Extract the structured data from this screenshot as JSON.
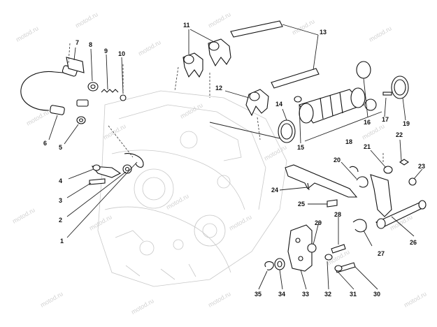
{
  "labels": {
    "l1": "1",
    "l2": "2",
    "l3": "3",
    "l4": "4",
    "l5": "5",
    "l6": "6",
    "l7": "7",
    "l8": "8",
    "l9": "9",
    "l10": "10",
    "l11": "11",
    "l12": "12",
    "l13": "13",
    "l14": "14",
    "l15": "15",
    "l16": "16",
    "l17": "17",
    "l18": "18",
    "l19": "19",
    "l20": "20",
    "l21": "21",
    "l22": "22",
    "l23": "23",
    "l24": "24",
    "l25": "25",
    "l26": "26",
    "l27": "27",
    "l28": "28",
    "l29": "29",
    "l30": "30",
    "l31": "31",
    "l32": "32",
    "l33": "33",
    "l34": "34",
    "l35": "35"
  },
  "watermark": "motod.ru"
}
